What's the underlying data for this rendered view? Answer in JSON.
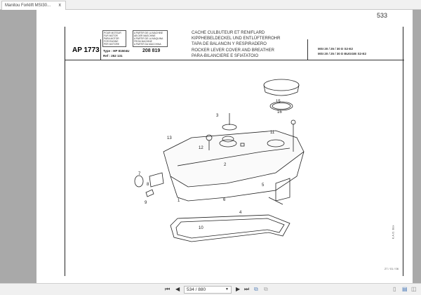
{
  "tab": {
    "title": "Manitou Forklift MSI30...",
    "close": "x"
  },
  "page": {
    "number": "533",
    "code": "AP 1773",
    "engine_box": [
      "POUR MOTEUR",
      "FUR MOTOR",
      "PARA MOTOR",
      "FOR ENGINE",
      "PER MOTORE"
    ],
    "machine_box": [
      "A PARTIR DE LA MACHINE",
      "AB DER MASCHINE",
      "A PARTIR DE LA MAQUINA",
      "FROM MACHINE",
      "A PARTIR DA MACCHINA"
    ],
    "engine_type": "Type : HP 81504U",
    "engine_ref": "Ref : 252 131",
    "machine_no": "208 819",
    "titles": [
      "CACHE CULBUTEUR ET RENIFLARD",
      "KIPPHEBELDECKEL UND ENTLÜFTERROHR",
      "TAPA DE BALANCIN Y RESPIRADERO",
      "ROCKER LEVER COVER AND BREATHER",
      "PARA-BILANCIERE E SFIATATOIO"
    ],
    "models": [
      "MSI 20 / 25 / 30 D S2-E2",
      "MSI 20 / 25 / 30 D BUGGIE S2-E2"
    ],
    "callouts": [
      "1",
      "2",
      "3",
      "4",
      "5",
      "6",
      "7",
      "8",
      "9",
      "10",
      "11",
      "12",
      "13",
      "15",
      "16"
    ],
    "date": "27 / 01 / 06",
    "side_note": "K.A.O. Box"
  },
  "toolbar": {
    "first": "⏮",
    "prev": "◀",
    "page_value": "534 / 880",
    "next": "▶",
    "last": "⏭"
  }
}
